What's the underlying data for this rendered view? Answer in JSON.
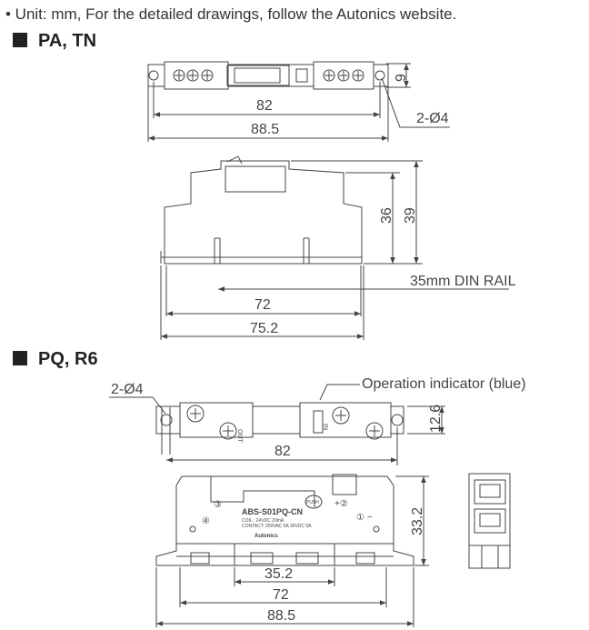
{
  "unit_note": "• Unit: mm, For the detailed drawings, follow the Autonics website.",
  "sections": [
    {
      "title": "PA, TN"
    },
    {
      "title": "PQ, R6"
    }
  ],
  "pa_tn": {
    "top_view": {
      "height": "9",
      "width_inner": "82",
      "width_outer": "88.5",
      "holes": "2-Ø4"
    },
    "front_view": {
      "height_inner": "36",
      "height_outer": "39",
      "rail_label": "35mm DIN RAIL",
      "width_inner": "72",
      "width_outer": "75.2"
    }
  },
  "pq_r6": {
    "top_view": {
      "holes": "2-Ø4",
      "indicator": "Operation indicator (blue)",
      "height": "12.6",
      "width": "82",
      "out_label": "OUT",
      "in_label": "IN"
    },
    "front_view": {
      "model": "ABS-S01PQ-CN",
      "coil": "COIL : 24VDC 20mA",
      "contact": "CONTACT: 250VAC 5A  30VDC 5A",
      "push": "PUSH",
      "brand": "Autonics",
      "terminal_1": "①",
      "terminal_2": "+②",
      "terminal_3": "③",
      "terminal_4": "④",
      "terminal_1_sign": "−",
      "height": "33.2",
      "width_inner": "35.2",
      "width_mid": "72",
      "width_outer": "88.5"
    }
  }
}
